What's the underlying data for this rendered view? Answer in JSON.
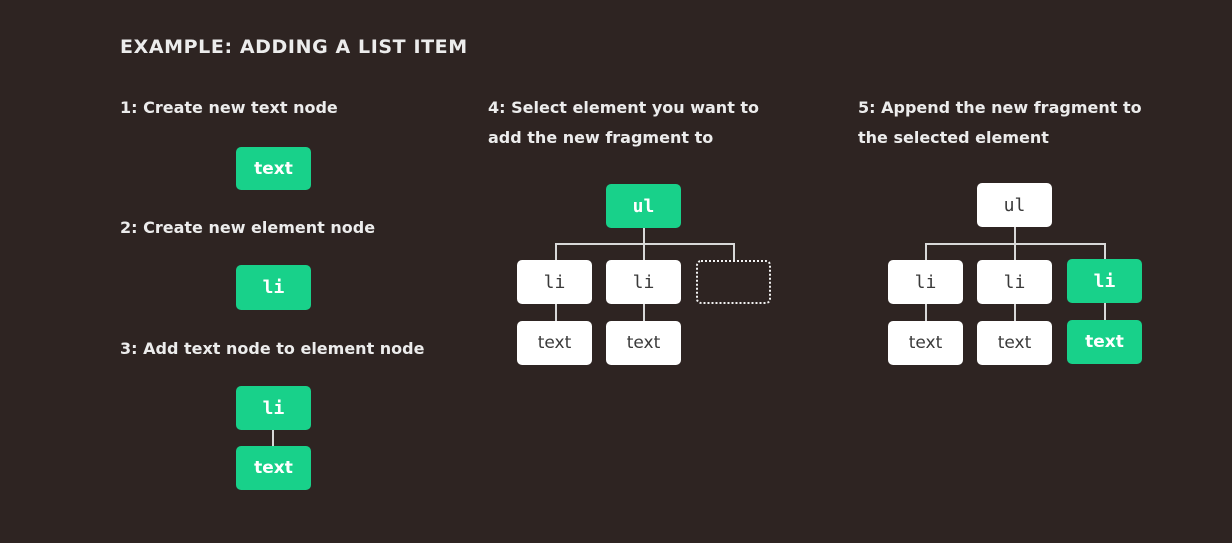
{
  "title": "EXAMPLE: ADDING A LIST ITEM",
  "steps": {
    "s1": "1: Create new text node",
    "s2": "2: Create new element node",
    "s3": "3: Add text node to element node",
    "s4": [
      "4: Select element you want to",
      "add the new fragment to"
    ],
    "s5": [
      "5: Append the new fragment to",
      "the selected element"
    ]
  },
  "labels": {
    "text": "text",
    "li": "li",
    "ul": "ul"
  },
  "colors": {
    "background": "#2e2422",
    "highlight_node": "#18d18a",
    "plain_node": "#ffffff"
  }
}
